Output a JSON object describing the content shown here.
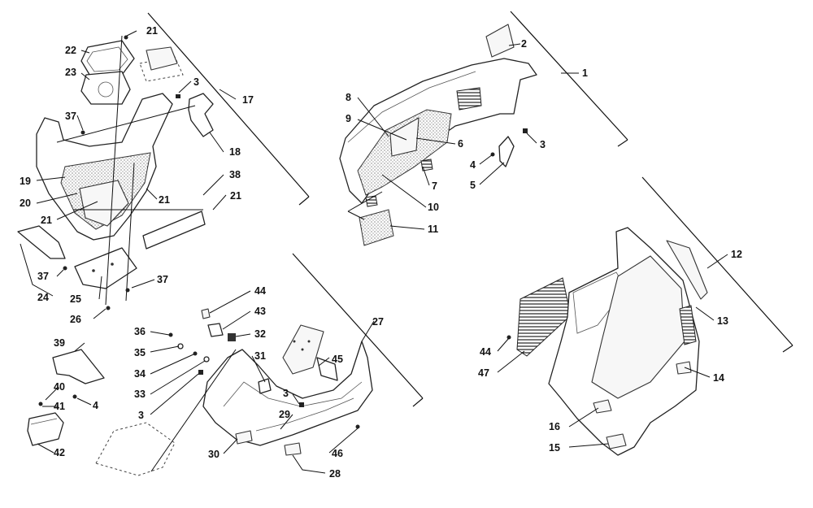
{
  "diagram": {
    "callouts": [
      "1",
      "2",
      "3",
      "4",
      "5",
      "6",
      "7",
      "8",
      "9",
      "10",
      "11",
      "12",
      "13",
      "14",
      "15",
      "16",
      "17",
      "18",
      "19",
      "20",
      "21",
      "22",
      "23",
      "24",
      "25",
      "26",
      "27",
      "28",
      "29",
      "30",
      "31",
      "32",
      "33",
      "34",
      "35",
      "36",
      "37",
      "38",
      "39",
      "40",
      "41",
      "42",
      "43",
      "44",
      "45",
      "46",
      "47"
    ]
  }
}
